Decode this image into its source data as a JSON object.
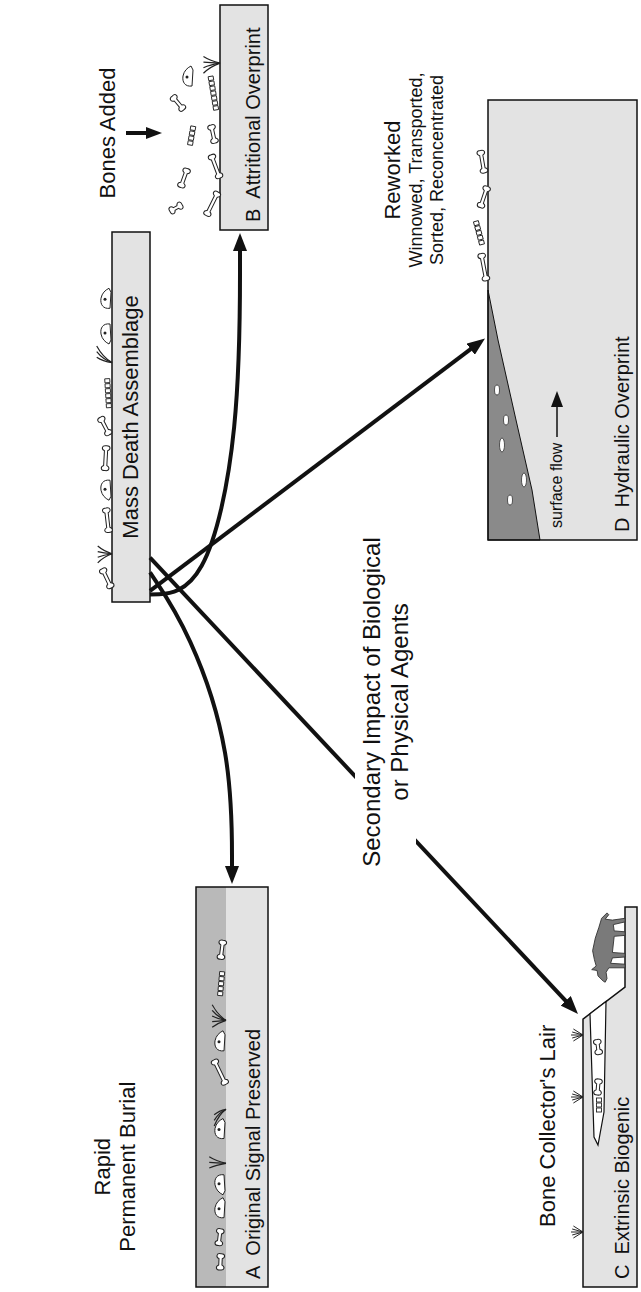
{
  "diagram": {
    "nodes": [
      {
        "text": [
          "Mass Death Assemblage"
        ]
      },
      {
        "text": [
          "Rapid Permanent Burial",
          "A",
          "Original Signal Preserved"
        ]
      },
      {
        "text": [
          "Bones Added",
          "B",
          "Attritional Overprint"
        ]
      },
      {
        "text": [
          "Bone Collector's Lair",
          "C",
          "Extrinsic Biogenic"
        ]
      },
      {
        "text": [
          "Reworked",
          "Winnowed, Transported, Sorted, Reconcentrated",
          "D",
          "Hydraulic Overprint"
        ]
      }
    ],
    "edges": [
      {
        "from": 0,
        "to": 1,
        "arrow": "to"
      },
      {
        "from": 0,
        "to": 2,
        "arrow": "to"
      },
      {
        "from": 0,
        "to": 3,
        "arrow": "to"
      },
      {
        "from": 0,
        "to": 4,
        "arrow": "to"
      }
    ],
    "labels": [
      "Secondary Impact of Biological or Physical Agents",
      "surface flow"
    ]
  }
}
